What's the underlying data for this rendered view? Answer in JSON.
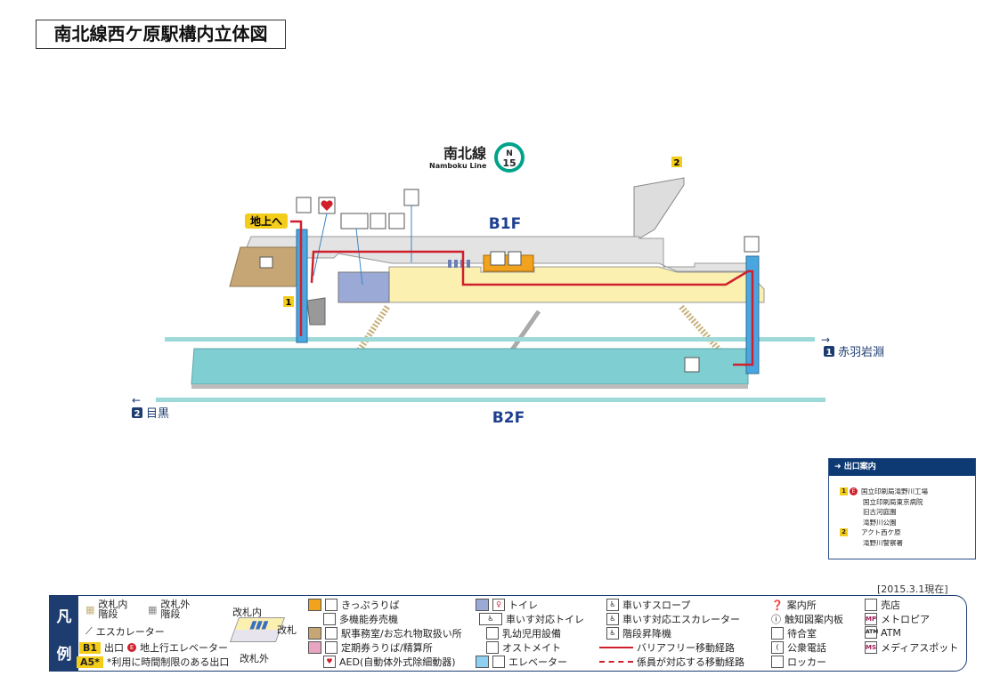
{
  "title": "南北線西ケ原駅構内立体図",
  "line": {
    "name_ja": "南北線",
    "name_en": "Namboku Line",
    "code_letter": "N",
    "code_number": "15",
    "color": "#00a38a"
  },
  "floors": {
    "b1": "B1F",
    "b2": "B2F"
  },
  "map_labels": {
    "to_ground": "地上へ",
    "exit1": "1",
    "exit2": "2"
  },
  "directions": [
    {
      "num": "1",
      "dest": "赤羽岩淵",
      "arrow": "→"
    },
    {
      "num": "2",
      "dest": "目黒",
      "arrow": "←"
    }
  ],
  "exit_info": {
    "header": "出口案内",
    "exits": [
      {
        "num": "1",
        "elevator": "E",
        "places": [
          "国立印刷局滝野川工場",
          "国立印刷局東京病院",
          "旧古河庭園",
          "滝野川公園"
        ]
      },
      {
        "num": "2",
        "places": [
          "アクト西ケ原",
          "滝野川警察署"
        ]
      }
    ]
  },
  "date": "[2015.3.1現在]",
  "legend": {
    "title": [
      "凡",
      "例"
    ],
    "stairs_in": "改札内\n階段",
    "stairs_in_l1": "改札内",
    "stairs_in_l2": "階段",
    "stairs_out_l1": "改札外",
    "stairs_out_l2": "階段",
    "escalator": "エスカレーター",
    "exit_tag": "B1",
    "exit_label": "出口",
    "elev_tag": "E",
    "elev_label": "地上行エレベーター",
    "limited_tag": "A5*",
    "limited_label": "*利用に時間制限のある出口",
    "gate_in": "改札内",
    "gate": "改札",
    "gate_out": "改札外",
    "col2": [
      "きっぷうりば",
      "多機能券売機",
      "駅事務室/お忘れ物取扱い所",
      "定期券うりば/精算所",
      "AED(自動体外式除細動器)"
    ],
    "col3": [
      "トイレ",
      "車いす対応トイレ",
      "乳幼児用設備",
      "オストメイト",
      "エレベーター"
    ],
    "col4": [
      "車いすスロープ",
      "車いす対応エスカレーター",
      "階段昇降機",
      "バリアフリー移動経路",
      "係員が対応する移動経路"
    ],
    "col5": [
      "案内所",
      "触知図案内板",
      "待合室",
      "公衆電話",
      "ロッカー"
    ],
    "col6": [
      "売店",
      "メトロピア",
      "ATM",
      "メディアスポット"
    ],
    "col6_icons": [
      "",
      "MP",
      "ATM",
      "MS"
    ]
  },
  "colors": {
    "route": "#d0202d",
    "platform": "#7fcfd2",
    "concourse": "#fbf0b0",
    "navy": "#1d3d70"
  }
}
